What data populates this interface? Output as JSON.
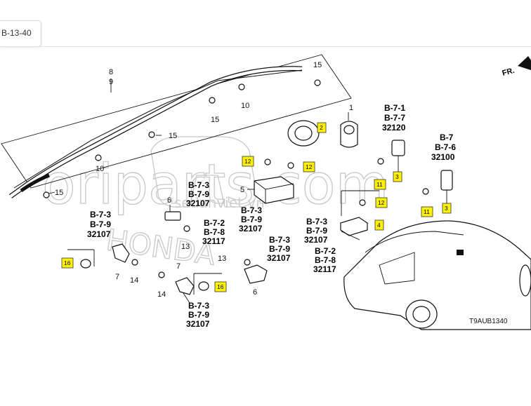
{
  "tab": {
    "label": "B-13-40"
  },
  "fr_label": "FR.",
  "diagram_code": "T9AUB1340",
  "watermark": {
    "main": "oriparts.com",
    "sub": "sedanviet.vn",
    "brand": "HONDA"
  },
  "part_numbers": {
    "n2": "2",
    "n3a": "3",
    "n3b": "3",
    "n4": "4",
    "n11a": "11",
    "n11b": "11",
    "n12a": "12",
    "n12b": "12",
    "n12c": "12",
    "n16a": "16",
    "n16b": "16"
  },
  "callouts": {
    "c1": "1",
    "c5": "5",
    "c6a": "6",
    "c6b": "6",
    "c7a": "7",
    "c7b": "7",
    "c8": "8",
    "c9": "9",
    "c10a": "10",
    "c10b": "10",
    "c13a": "13",
    "c13b": "13",
    "c14a": "14",
    "c14b": "14",
    "c15a": "15",
    "c15b": "15",
    "c15c": "15",
    "c15d": "15"
  },
  "refs": {
    "r1": [
      "B-7-1",
      "B-7-7",
      "32120"
    ],
    "r2": [
      "B-7",
      "B-7-6",
      "32100"
    ],
    "r3": [
      "B-7-3",
      "B-7-9",
      "32107"
    ],
    "r4": [
      "B-7-3",
      "B-7-9",
      "32107"
    ],
    "r5": [
      "B-7-2",
      "B-7-8",
      "32117"
    ],
    "r6": [
      "B-7-3",
      "B-7-9",
      "32107"
    ],
    "r7": [
      "B-7-3",
      "B-7-9",
      "32107"
    ],
    "r8": [
      "B-7-3",
      "B-7-9",
      "32107"
    ],
    "r9": [
      "B-7-2",
      "B-7-8",
      "32117"
    ],
    "r10": [
      "B-7-3",
      "B-7-9",
      "32107"
    ]
  }
}
